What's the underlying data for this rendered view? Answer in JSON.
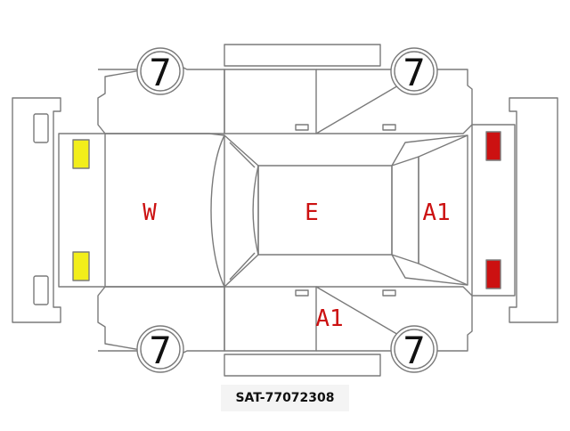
{
  "tire_labels": {
    "front_left": "7",
    "front_right": "7",
    "rear_left": "7",
    "rear_right": "7"
  },
  "damage_marks": {
    "windshield": "W",
    "roof": "E",
    "rear_glass": "A1",
    "side_panel": "A1"
  },
  "colors": {
    "outline": "#7a7a7a",
    "mark_text": "#cc1111",
    "headlight": "#f2ee1a",
    "taillight": "#cc1111"
  },
  "stock_code": "SAT-77072308"
}
